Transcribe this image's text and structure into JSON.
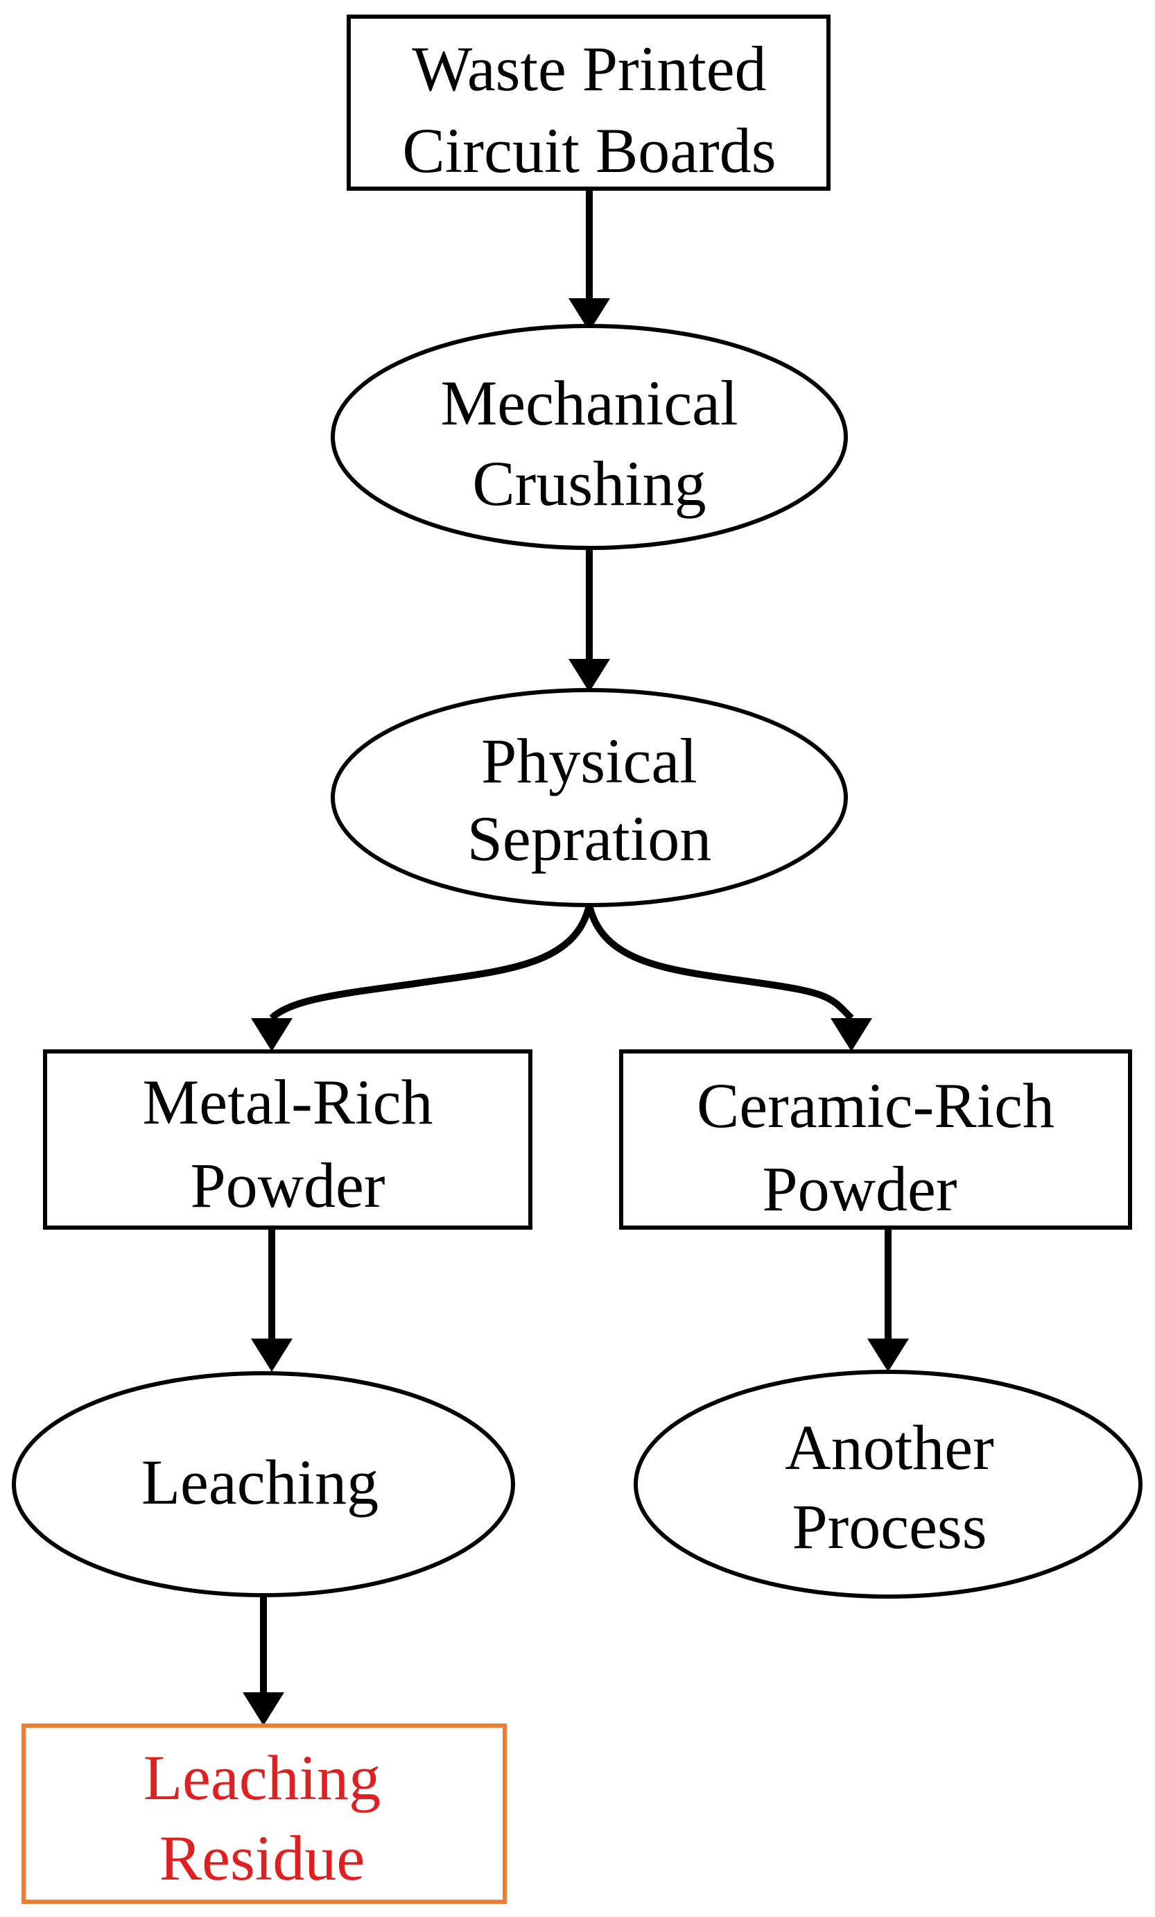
{
  "diagram": {
    "nodes": {
      "waste": {
        "lines": [
          "Waste Printed",
          "Circuit Boards"
        ]
      },
      "crushing": {
        "lines": [
          "Mechanical",
          "Crushing"
        ]
      },
      "separation": {
        "lines": [
          "Physical",
          "Sepration"
        ]
      },
      "metal": {
        "lines": [
          "Metal-Rich",
          "Powder"
        ]
      },
      "ceramic": {
        "lines": [
          "Ceramic-Rich",
          "Powder"
        ]
      },
      "leaching": {
        "lines": [
          "Leaching"
        ]
      },
      "another": {
        "lines": [
          "Another",
          "Process"
        ]
      },
      "residue": {
        "lines": [
          "Leaching",
          "Residue"
        ]
      }
    },
    "edges": [
      {
        "from": "waste",
        "to": "crushing"
      },
      {
        "from": "crushing",
        "to": "separation"
      },
      {
        "from": "separation",
        "to": "metal"
      },
      {
        "from": "separation",
        "to": "ceramic"
      },
      {
        "from": "metal",
        "to": "leaching"
      },
      {
        "from": "ceramic",
        "to": "another"
      },
      {
        "from": "leaching",
        "to": "residue"
      }
    ],
    "colors": {
      "highlight_border": "#ed7d31",
      "highlight_text": "#e02020",
      "line": "#000000"
    }
  }
}
